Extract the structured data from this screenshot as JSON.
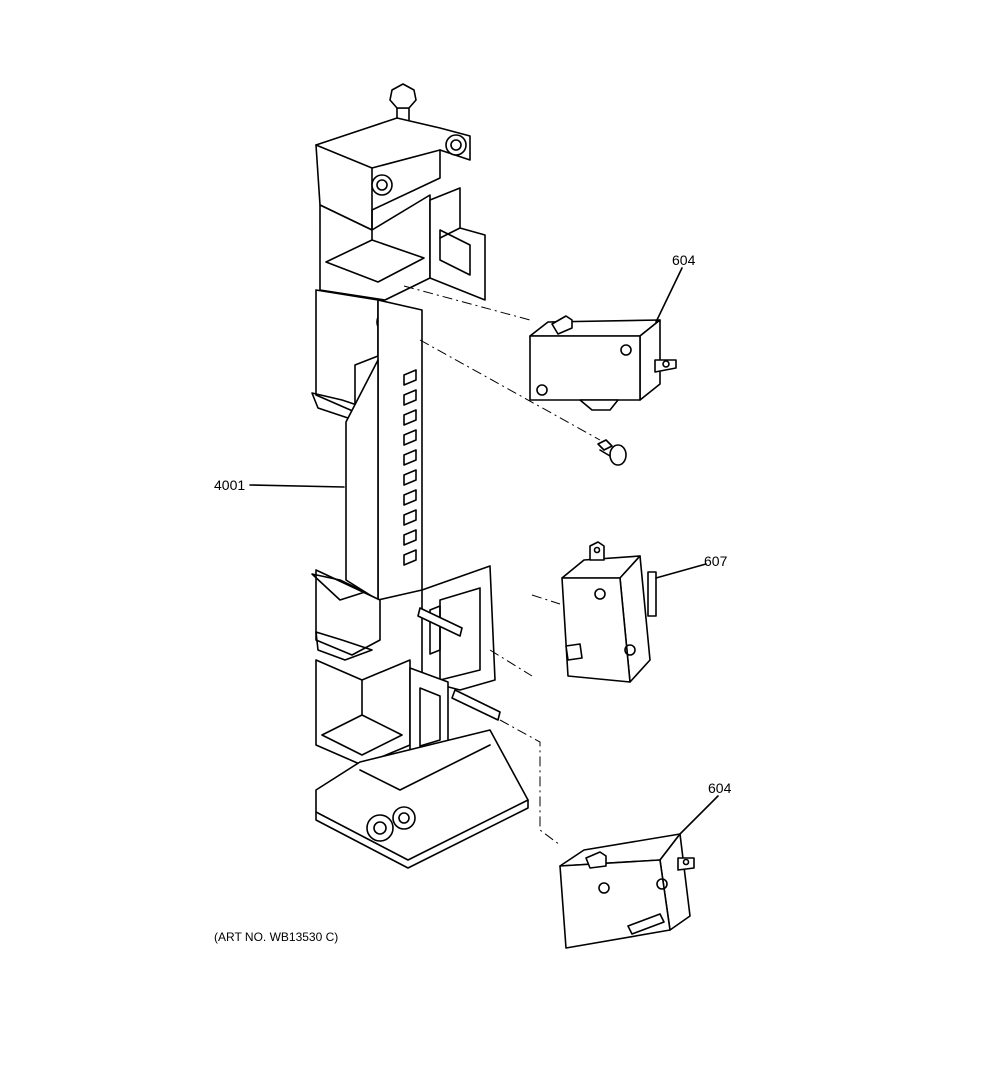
{
  "callouts": {
    "bracket": "4001",
    "switch_top": "604",
    "switch_middle": "607",
    "switch_bottom": "604"
  },
  "art_number": "(ART NO. WB13530 C)"
}
